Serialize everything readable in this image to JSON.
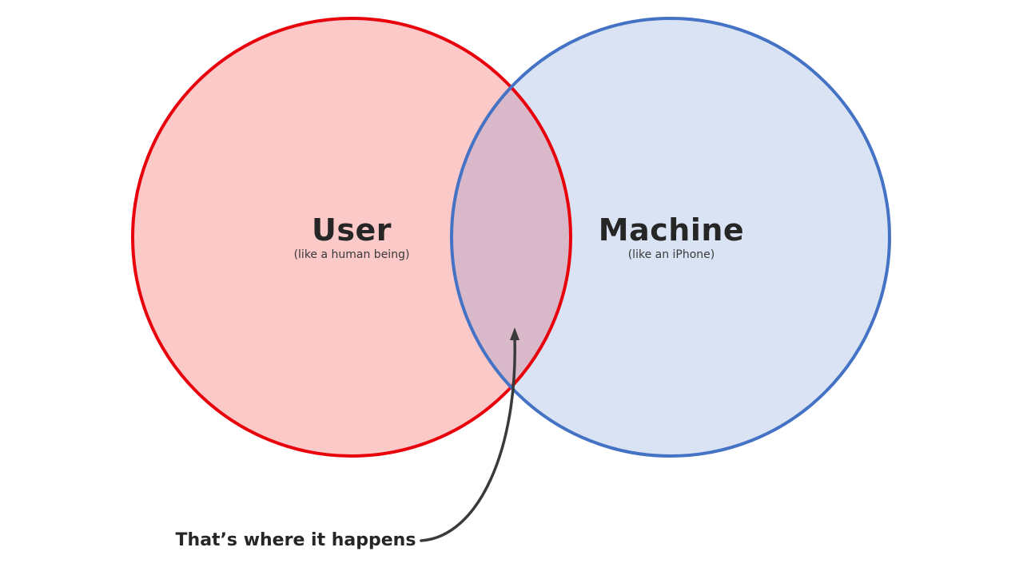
{
  "diagram": {
    "sets": [
      {
        "title": "User",
        "subtitle": "(like a human being)",
        "fill": "#fcc9c9",
        "stroke": "#e8000b"
      },
      {
        "title": "Machine",
        "subtitle": "(like an iPhone)",
        "fill": "#dae3f4",
        "stroke": "#4472c4"
      }
    ],
    "overlap_fill": "#d9b9c9",
    "callout": {
      "text": "That’s where it happens",
      "arrow_color": "#3a3a3a"
    }
  }
}
